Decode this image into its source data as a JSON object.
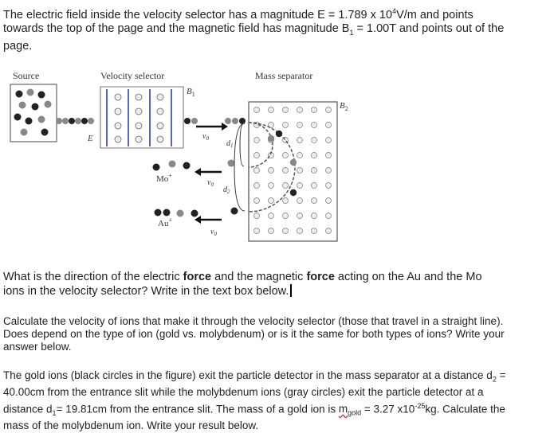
{
  "intro": {
    "text_1": "The electric field inside the velocity selector has a magnitude E = 1.789 x 10",
    "e_exponent": "4",
    "text_2": "V/m and points towards the top of the page and the magnetic field has magnitude B",
    "b_subscript": "1",
    "text_3": " = 1.00T and points out of the page."
  },
  "figure": {
    "source_label": "Source",
    "velocity_selector_label": "Velocity selector",
    "mass_separator_label": "Mass separator",
    "b1_label": "B",
    "b1_subscript": "1",
    "b2_label": "B",
    "b2_subscript": "2",
    "e_label": "E",
    "v0_label": "v",
    "v0_subscript": "0",
    "mo_label": "Mo",
    "mo_charge": "+",
    "au_label": "Au",
    "au_charge": "+",
    "d1_label": "d",
    "d1_subscript": "1",
    "d2_label": "d",
    "d2_subscript": "2"
  },
  "question_1": {
    "t1": "What is the direction of the electric ",
    "b1": "force",
    "t2": " and the magnetic ",
    "b2": "force",
    "t3": " acting on the Au and the Mo ions in the velocity selector? Write in the text box below."
  },
  "question_2": {
    "text": "Calculate the velocity of ions that make it through the velocity selector (those that travel in a straight line). Does depend on the type of ion (gold vs. molybdenum) or is it the same for both types of ions? Write your answer below."
  },
  "question_3": {
    "t1": "The gold ions (black circles in the figure) exit the particle detector in the mass separator at a distance d",
    "d2_sub": "2",
    "t2": " = 40.00cm from the entrance slit while the molybdenum ions (gray circles) exit the particle detector at a distance d",
    "d1_sub": "1",
    "t3": "= 19.81cm from the entrance slit. The mass of a gold ion is ",
    "m_symbol": "m",
    "m_sub": "gold",
    "t4": " = 3.27 x10",
    "exp": "-25",
    "t5": "kg. Calculate the mass of the molybdenum ion. Write your result below."
  }
}
